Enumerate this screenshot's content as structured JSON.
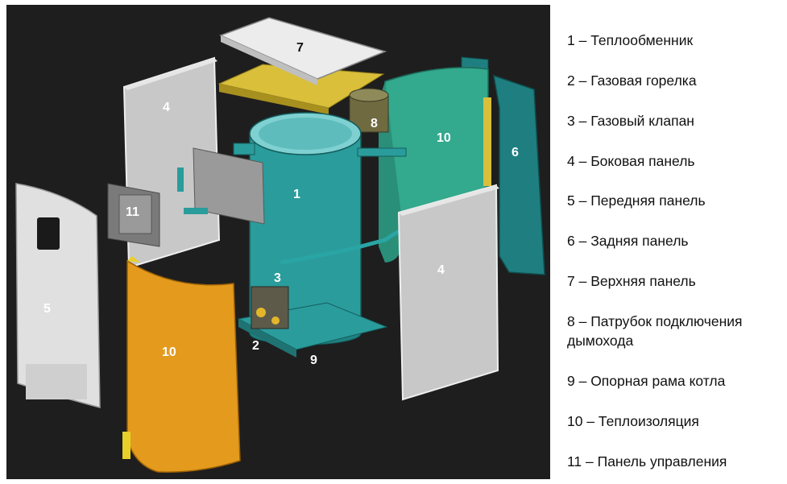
{
  "diagram": {
    "part_numbers": {
      "heat_exchanger": "1",
      "gas_burner": "2",
      "gas_valve": "3",
      "side_panel_left": "4",
      "side_panel_right": "4",
      "front_panel": "5",
      "rear_panel": "6",
      "top_panel": "7",
      "flue_connection": "8",
      "support_frame": "9",
      "insulation_front": "10",
      "insulation_back": "10",
      "control_panel": "11"
    }
  },
  "legend": [
    "1 – Теплообменник",
    "2 – Газовая горелка",
    "3 – Газовый клапан",
    "4 – Боковая панель",
    "5 – Передняя панель",
    "6 – Задняя панель",
    "7 – Верхняя панель",
    "8 – Патрубок подключения дымохода",
    "9 – Опорная рама котла",
    "10 – Теплоизоляция",
    "11 – Панель управления"
  ],
  "colors": {
    "background": "#1e1e1e",
    "heat_exchanger": "#2a9c9c",
    "insulation_orange": "#e49a1c",
    "insulation_green": "#33a98d",
    "panel_grey": "#c8c8c8",
    "rear_panel": "#1f7f80",
    "top_pad": "#d9bf3a"
  }
}
